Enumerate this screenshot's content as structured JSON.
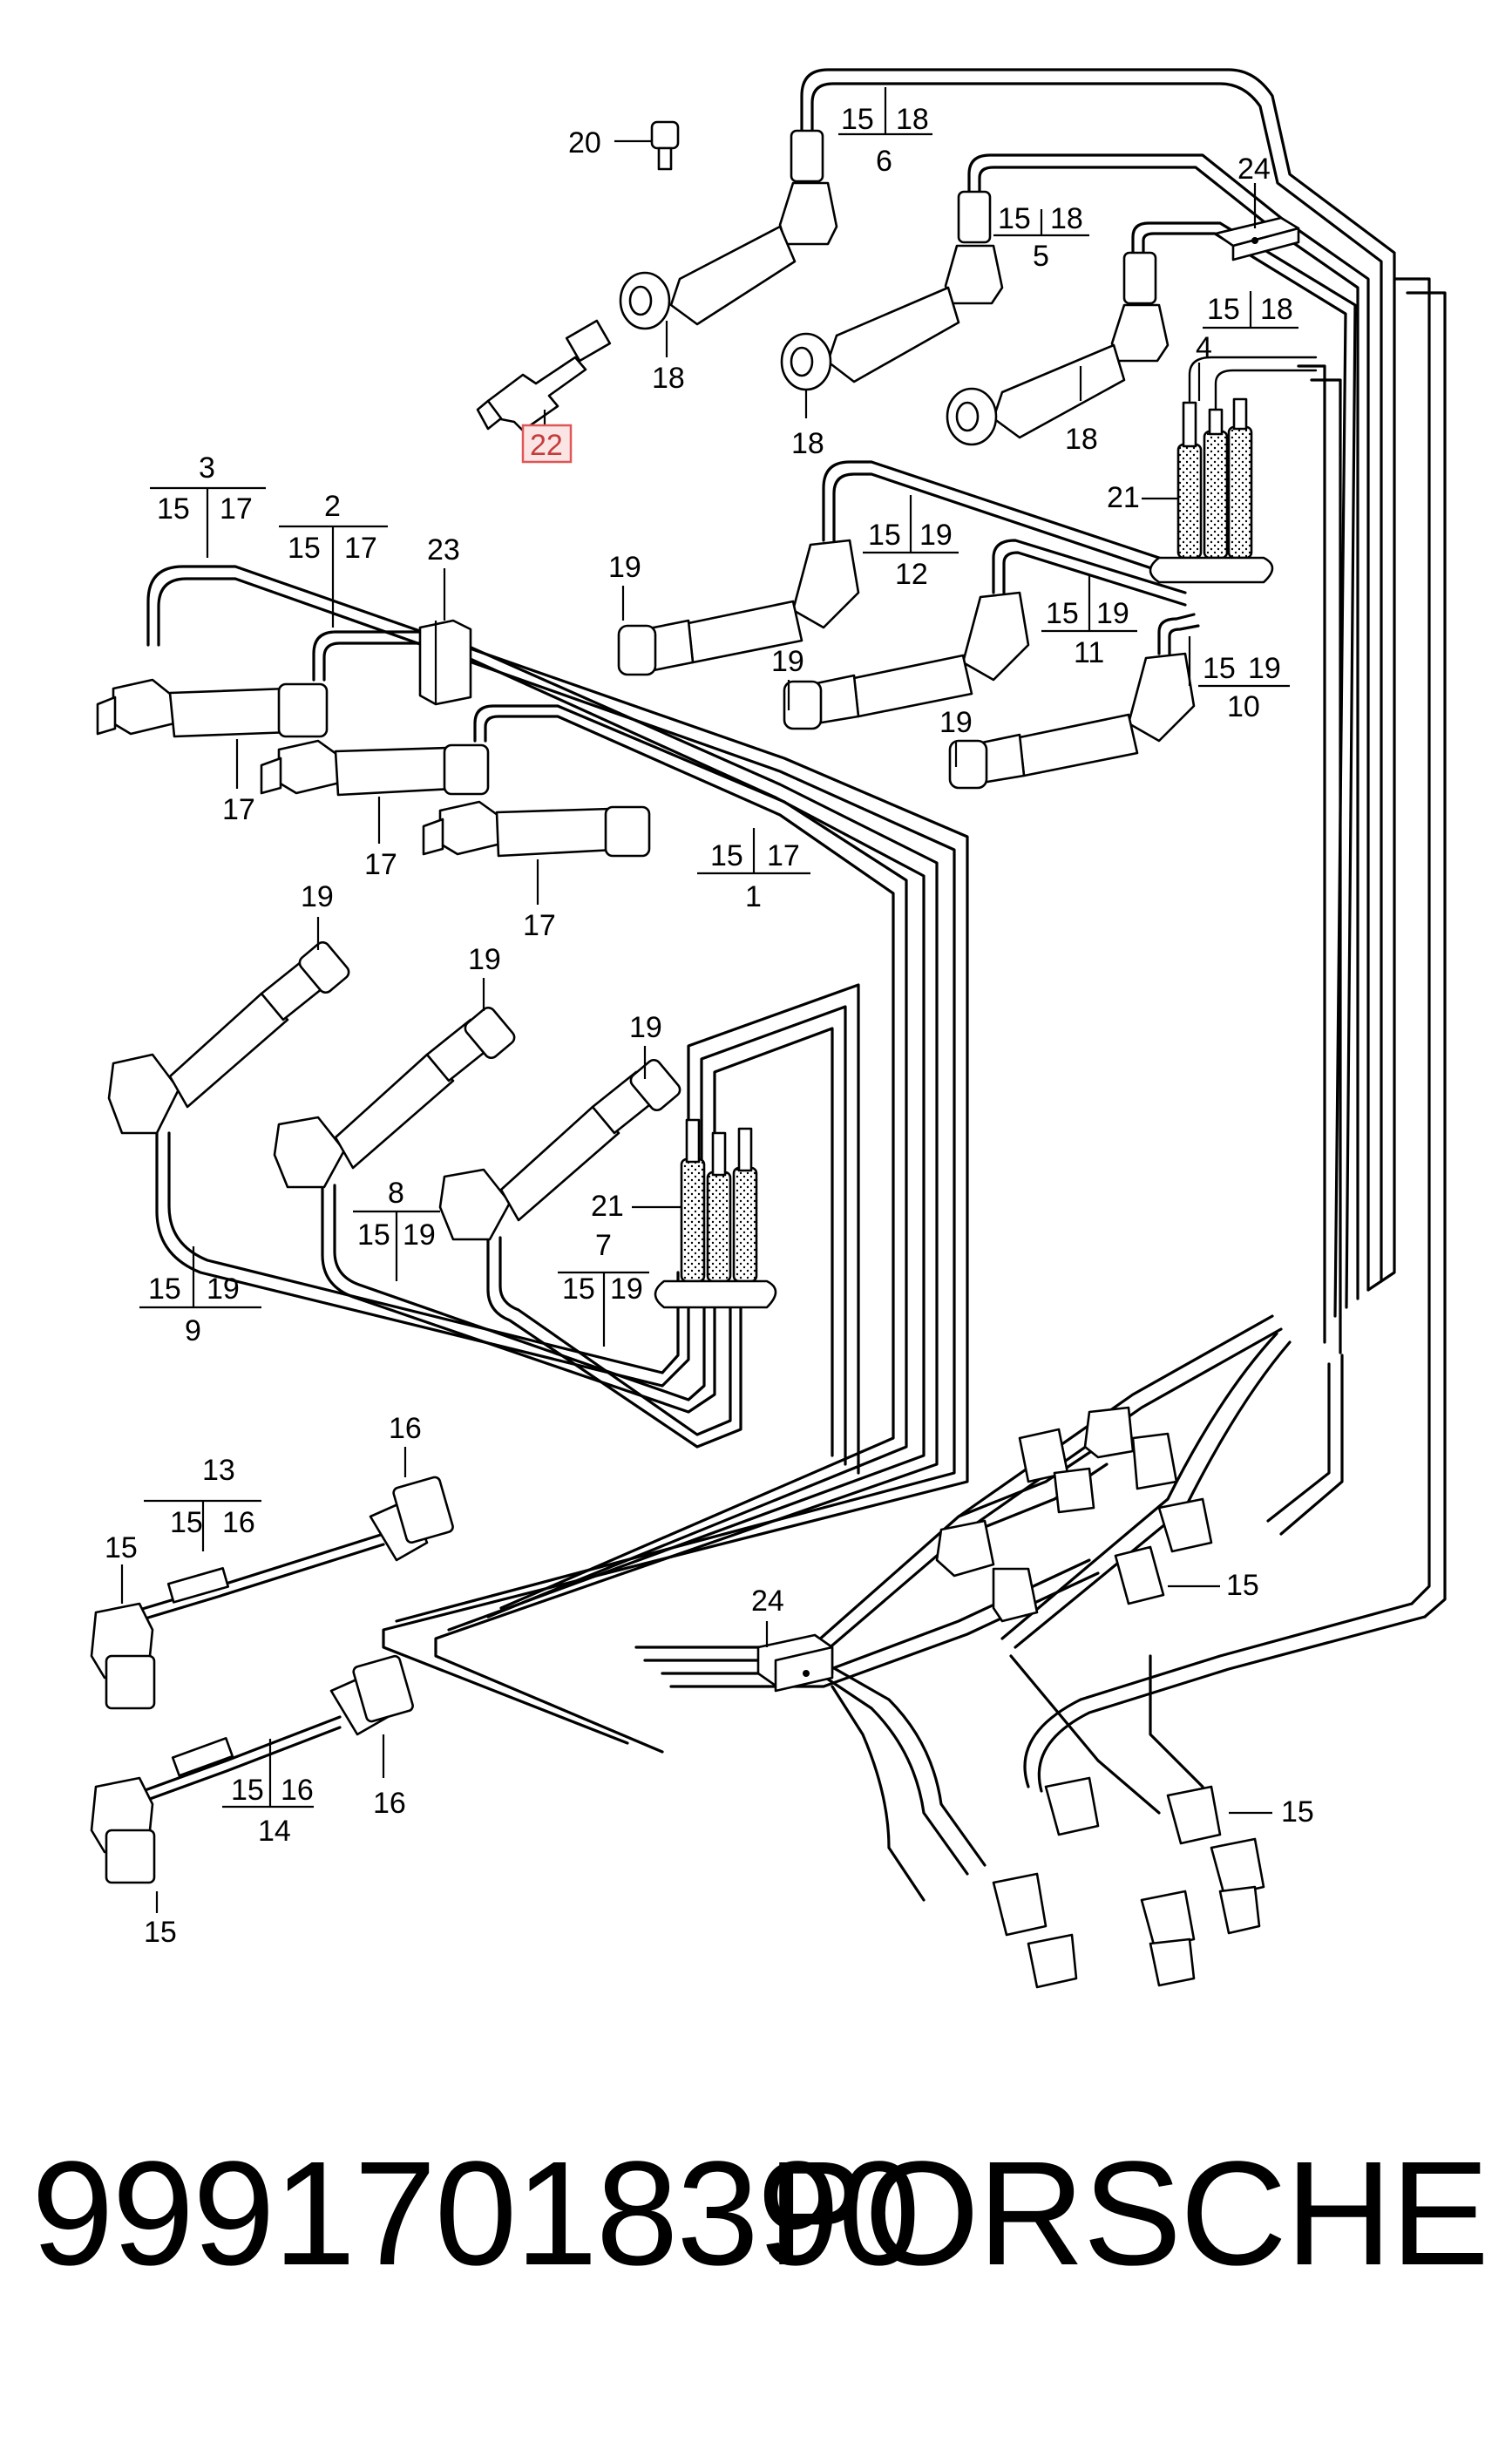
{
  "callouts": {
    "c1": "1",
    "c2": "2",
    "c3": "3",
    "c4": "4",
    "c5": "5",
    "c6": "6",
    "c7": "7",
    "c8": "8",
    "c9": "9",
    "c10": "10",
    "c11": "11",
    "c12": "12",
    "c13": "13",
    "c14": "14",
    "c15": "15",
    "c16": "16",
    "c17": "17",
    "c18": "18",
    "c19": "19",
    "c20": "20",
    "c21": "21",
    "c22": "22",
    "c23": "23",
    "c24": "24"
  },
  "highlighted_callout": "22",
  "highlight_color": "#e05656",
  "footer": {
    "part_number": "99917018390",
    "brand": "PORSCHE"
  }
}
